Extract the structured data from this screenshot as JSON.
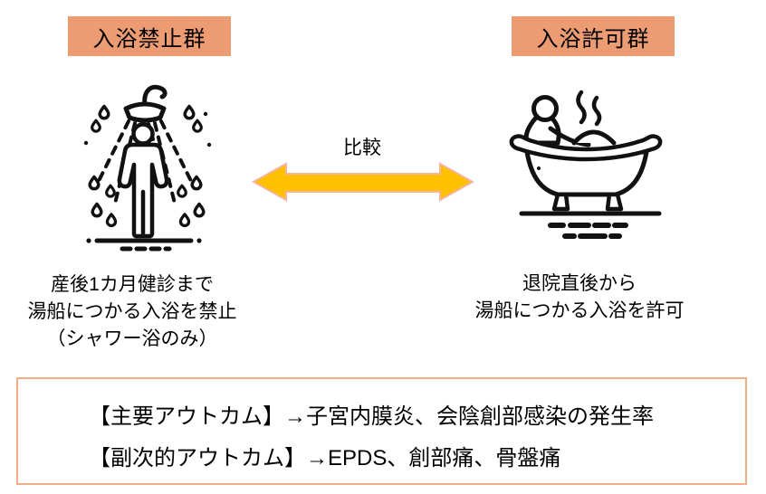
{
  "colors": {
    "label_bg": "#EC9B72",
    "arrow_fill": "#FFC000",
    "arrow_outline": "#F5B3A0",
    "outcome_box_border": "#EFAD88",
    "icon_stroke": "#111111"
  },
  "left_group": {
    "label": "入浴禁止群",
    "icon": "shower-person-icon",
    "caption_lines": {
      "0": "産後1カ月健診まで",
      "1": "湯船につかる入浴を禁止",
      "2": "（シャワー浴のみ）"
    }
  },
  "right_group": {
    "label": "入浴許可群",
    "icon": "bathtub-person-icon",
    "caption_lines": {
      "0": "退院直後から",
      "1": "湯船につかる入浴を許可"
    }
  },
  "comparison": {
    "label": "比較",
    "icon": "double-headed-arrow-icon"
  },
  "outcomes": {
    "primary": "【主要アウトカム】→子宮内膜炎、会陰創部感染の発生率",
    "secondary": "【副次的アウトカム】→EPDS、創部痛、骨盤痛"
  }
}
